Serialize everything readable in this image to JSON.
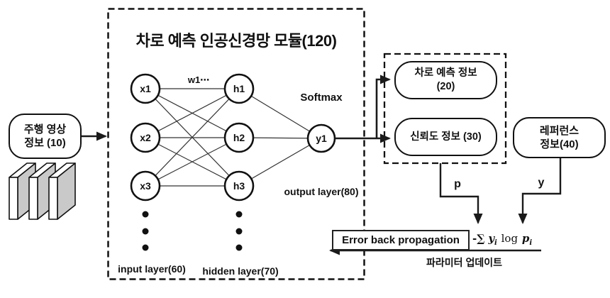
{
  "colors": {
    "line": "#1a1a1a",
    "panel_gray": "#c9c9c9",
    "background": "#ffffff"
  },
  "module": {
    "title": "차로 예측 인공신경망 모듈(120)",
    "weight_label": "w1⋯",
    "softmax_label": "Softmax",
    "input_layer_label": "input layer(60)",
    "hidden_layer_label": "hidden layer(70)",
    "output_layer_label": "output layer(80)"
  },
  "nodes": {
    "input": [
      "x1",
      "x2",
      "x3"
    ],
    "hidden": [
      "h1",
      "h2",
      "h3"
    ],
    "output": [
      "y1"
    ]
  },
  "driving_input_box": {
    "line1": "주행 영상",
    "line2": "정보 (10)"
  },
  "output_boxes": {
    "lane_prediction_line1": "차로 예측 정보",
    "lane_prediction_line2": "(20)",
    "confidence": "신뢰도 정보 (30)"
  },
  "reference_box": {
    "line1": "레퍼런스",
    "line2": "정보(40)"
  },
  "loss": {
    "p_label": "p",
    "y_label": "y",
    "formula_sigma": "-∑",
    "formula_y": "y",
    "formula_y_sub": "i",
    "formula_log": "log",
    "formula_p": "p",
    "formula_p_sub": "i",
    "error_box_label": "Error back propagation",
    "param_update_label": "파라미터 업데이트"
  }
}
